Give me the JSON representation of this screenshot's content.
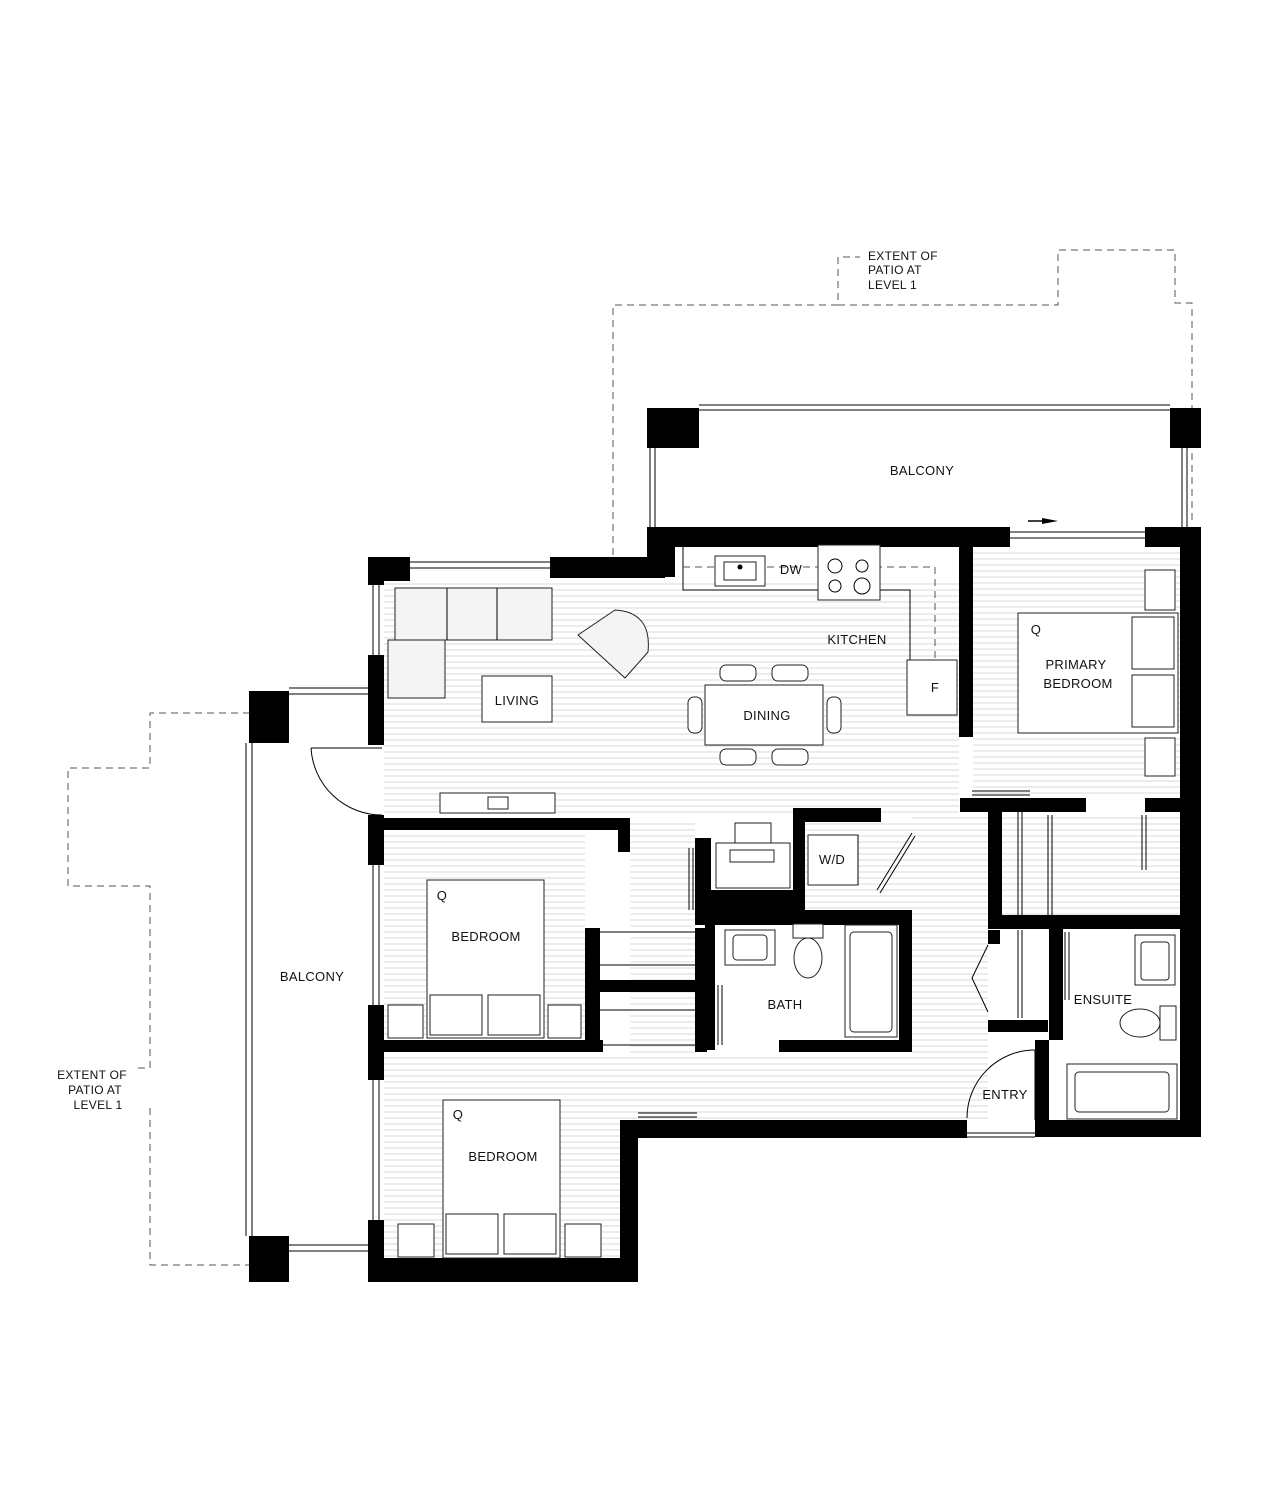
{
  "rooms": {
    "balcony_top": "BALCONY",
    "balcony_left": "BALCONY",
    "living": "LIVING",
    "dining": "DINING",
    "kitchen": "KITCHEN",
    "dw": "DW",
    "fridge": "F",
    "primary_bedroom_line1": "PRIMARY",
    "primary_bedroom_line2": "BEDROOM",
    "bedroom_1": "BEDROOM",
    "bedroom_2": "BEDROOM",
    "wd": "W/D",
    "bath": "BATH",
    "ensuite": "ENSUITE",
    "entry": "ENTRY"
  },
  "bed_sizes": {
    "primary": "Q",
    "bedroom_1": "Q",
    "bedroom_2": "Q"
  },
  "patio_notes": {
    "top": {
      "line1": "EXTENT OF",
      "line2": "PATIO AT",
      "line3": "LEVEL 1"
    },
    "left": {
      "line1": "EXTENT OF",
      "line2": "PATIO AT",
      "line3": "LEVEL 1"
    }
  },
  "colors": {
    "wall": "#000000",
    "floor_lines": "#d8d8d8",
    "background": "#ffffff"
  }
}
